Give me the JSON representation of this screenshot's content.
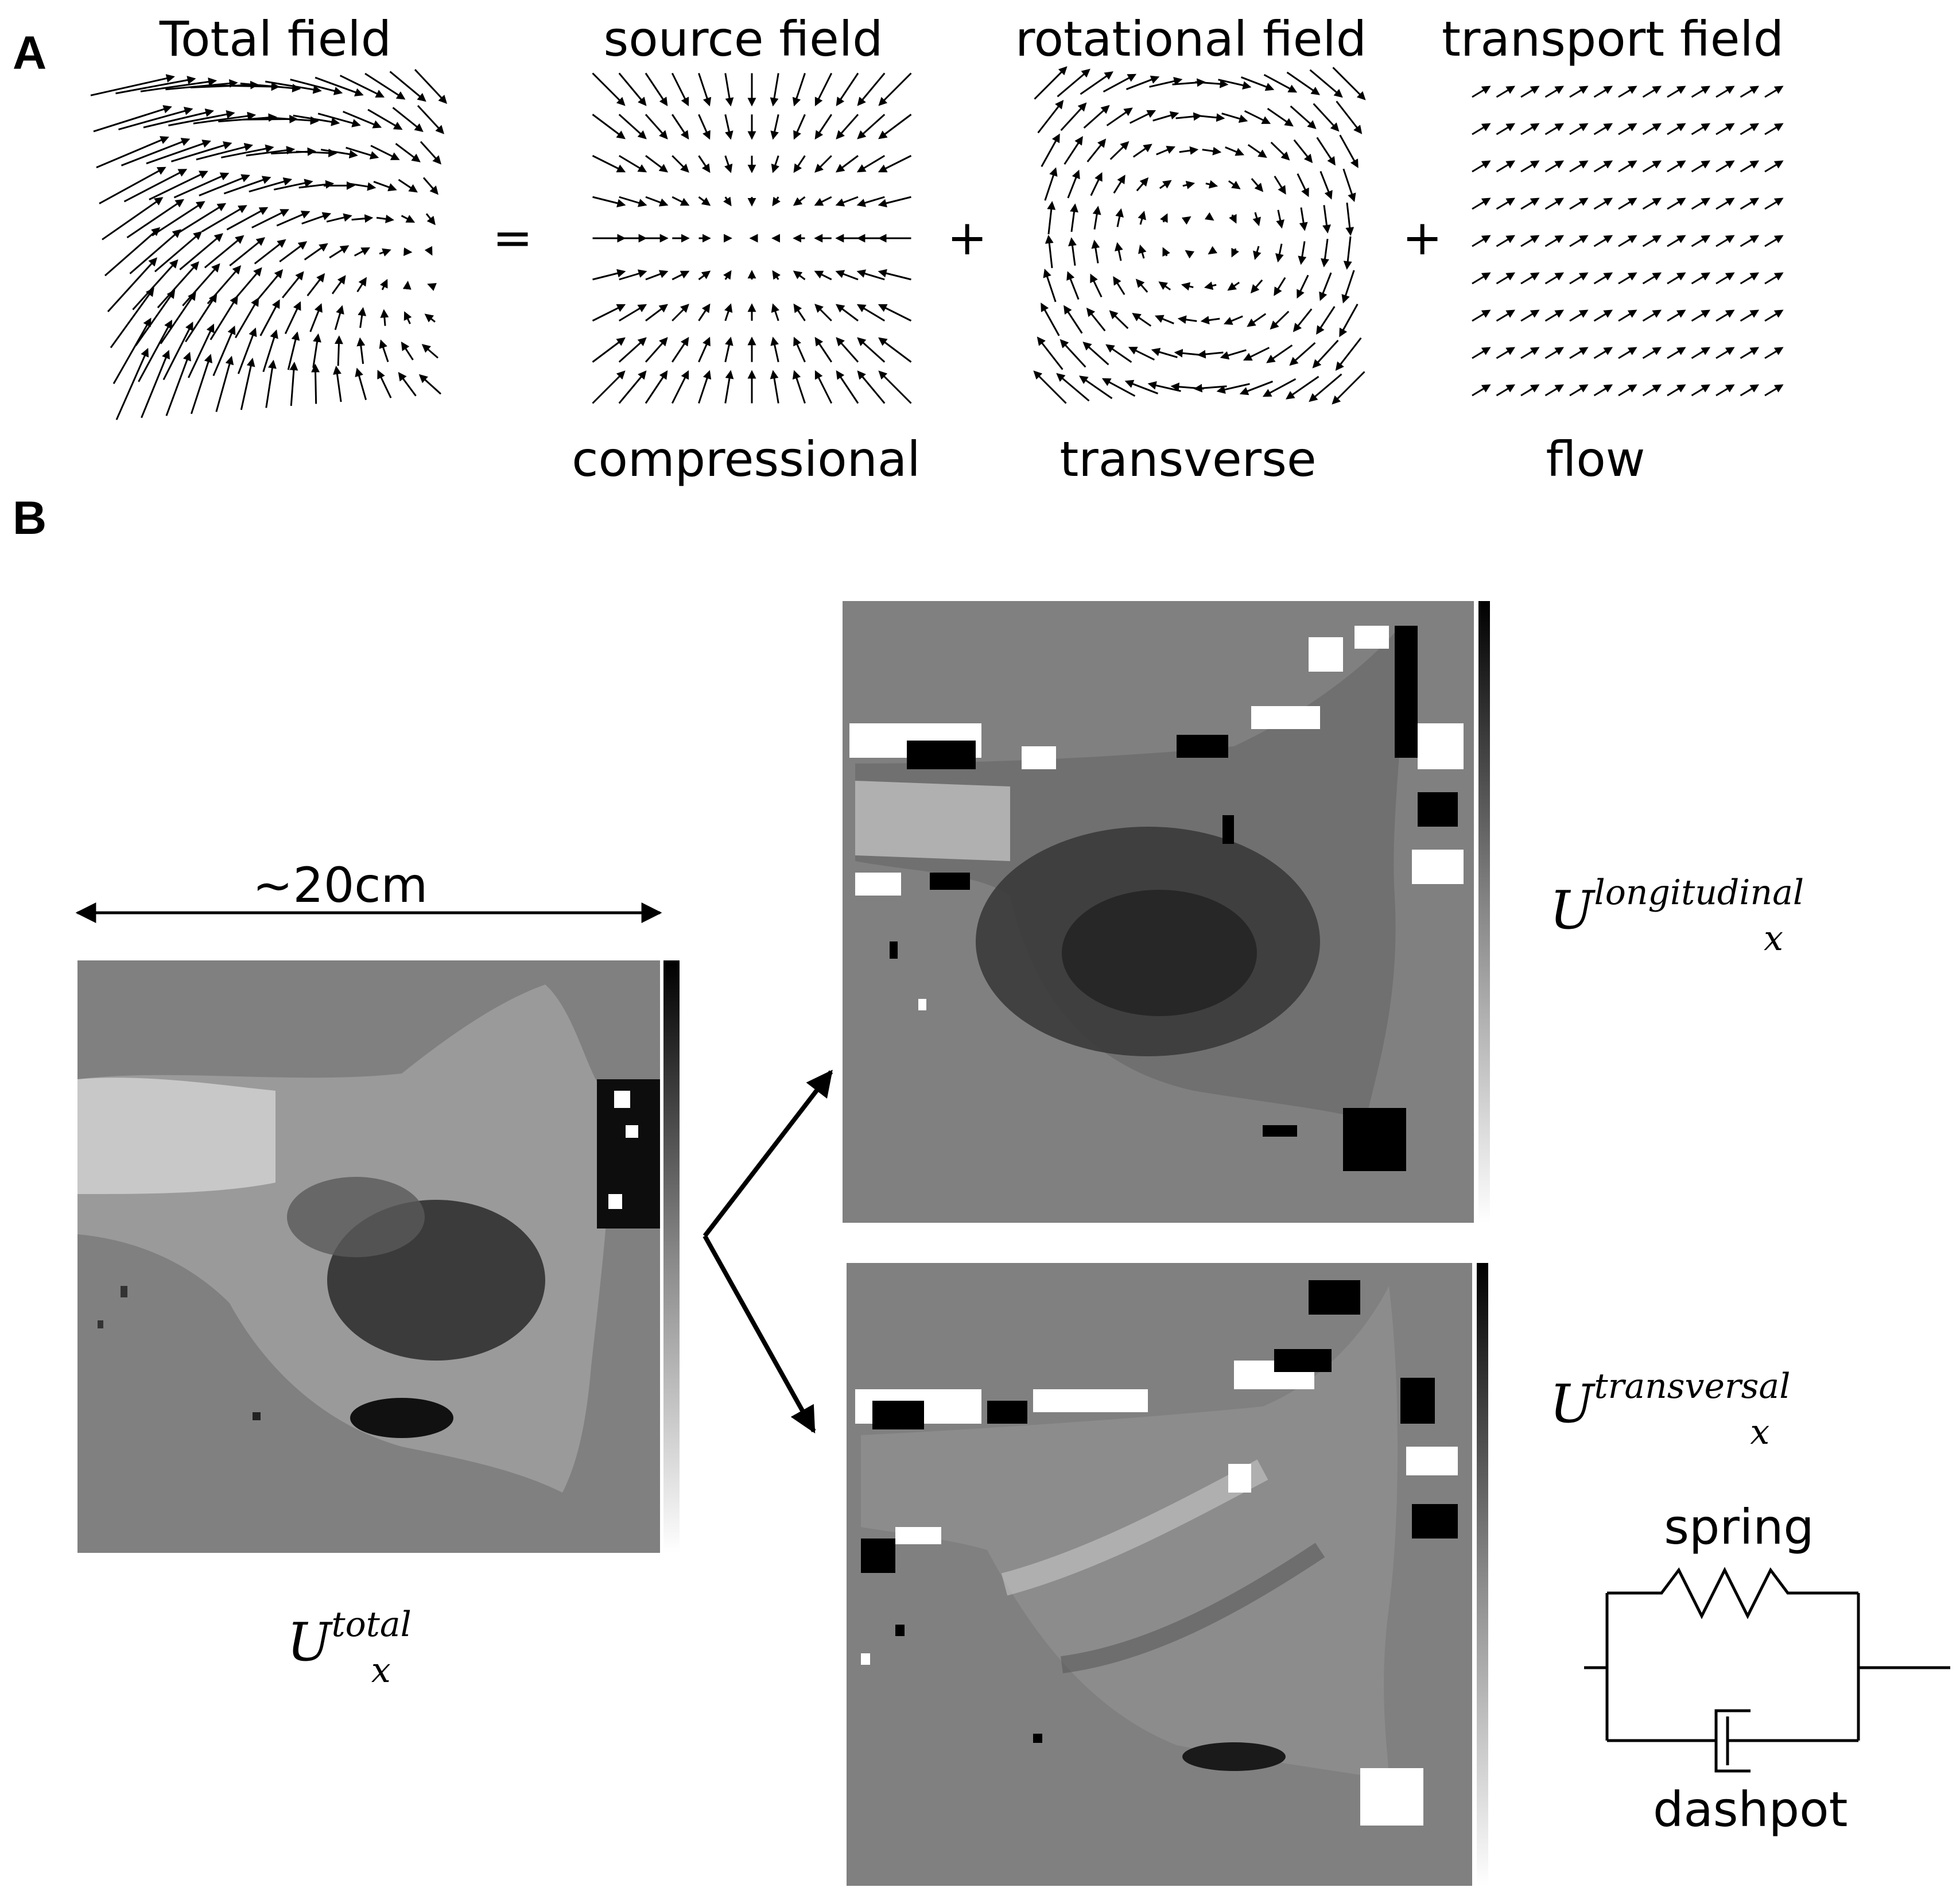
{
  "panels": {
    "a": "A",
    "b": "B"
  },
  "panel_a": {
    "fields": [
      {
        "title": "Total field",
        "subtitle": ""
      },
      {
        "title": "source field",
        "subtitle": "compressional"
      },
      {
        "title": "rotational field",
        "subtitle": "transverse"
      },
      {
        "title": "transport field",
        "subtitle": "flow"
      }
    ],
    "operators": [
      "=",
      "+",
      "+"
    ]
  },
  "panel_b": {
    "scale_label": "~20cm",
    "total_label": {
      "base": "U",
      "sub": "x",
      "sup": "total"
    },
    "longitudinal_label": {
      "base": "U",
      "sub": "x",
      "sup": "longitudinal"
    },
    "transversal_label": {
      "base": "U",
      "sub": "x",
      "sup": "transversal"
    },
    "model": {
      "spring_label": "spring",
      "dashpot_label": "dashpot"
    }
  },
  "colors": {
    "map_background": "#808080",
    "ink": "#000000"
  }
}
